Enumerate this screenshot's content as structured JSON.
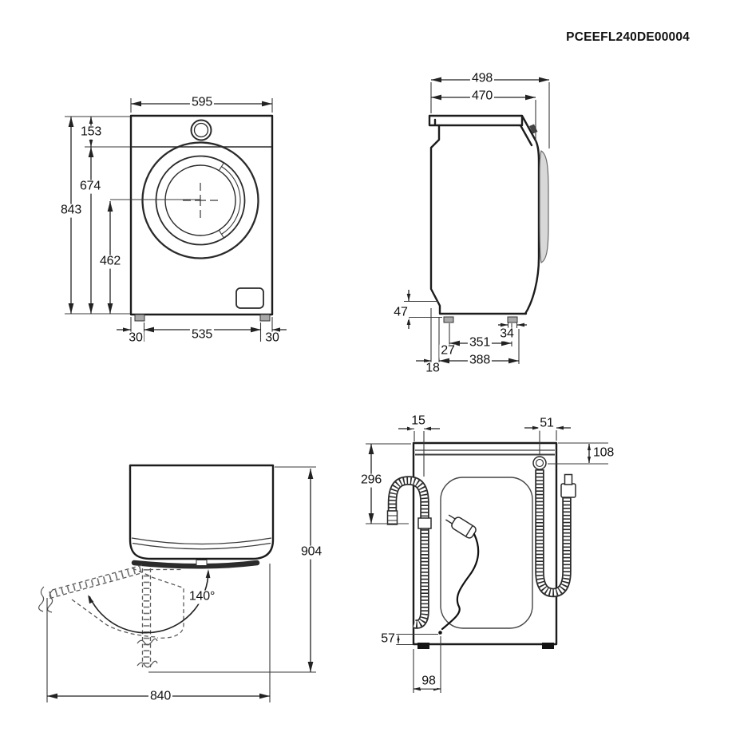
{
  "title_code": "PCEEFL240DE00004",
  "colors": {
    "line": "#1c1c1c",
    "door_band": "#2b2b2b"
  },
  "views": {
    "front": {
      "dims": {
        "width": "595",
        "panel_height": "153",
        "door_center_from_top": "674",
        "total_height": "843",
        "door_center_from_bottom": "462",
        "foot_inset_left": "30",
        "foot_spacing": "535",
        "foot_inset_right": "30"
      }
    },
    "side": {
      "dims": {
        "depth_total": "498",
        "depth_body": "470",
        "rear_gap": "47",
        "foot_width": "34",
        "foot_spacing": "351",
        "front_inset": "27",
        "foot_span": "388",
        "rear_inset": "18"
      }
    },
    "top_door": {
      "dims": {
        "depth_door_open": "904",
        "door_angle": "140°",
        "width_door_open": "840"
      }
    },
    "rear": {
      "dims": {
        "drain_hose_offset": "15",
        "inlet_hose_offset": "51",
        "inlet_hose_drop": "108",
        "drain_hose_drop": "296",
        "cord_height": "57",
        "cord_offset": "98"
      }
    }
  }
}
